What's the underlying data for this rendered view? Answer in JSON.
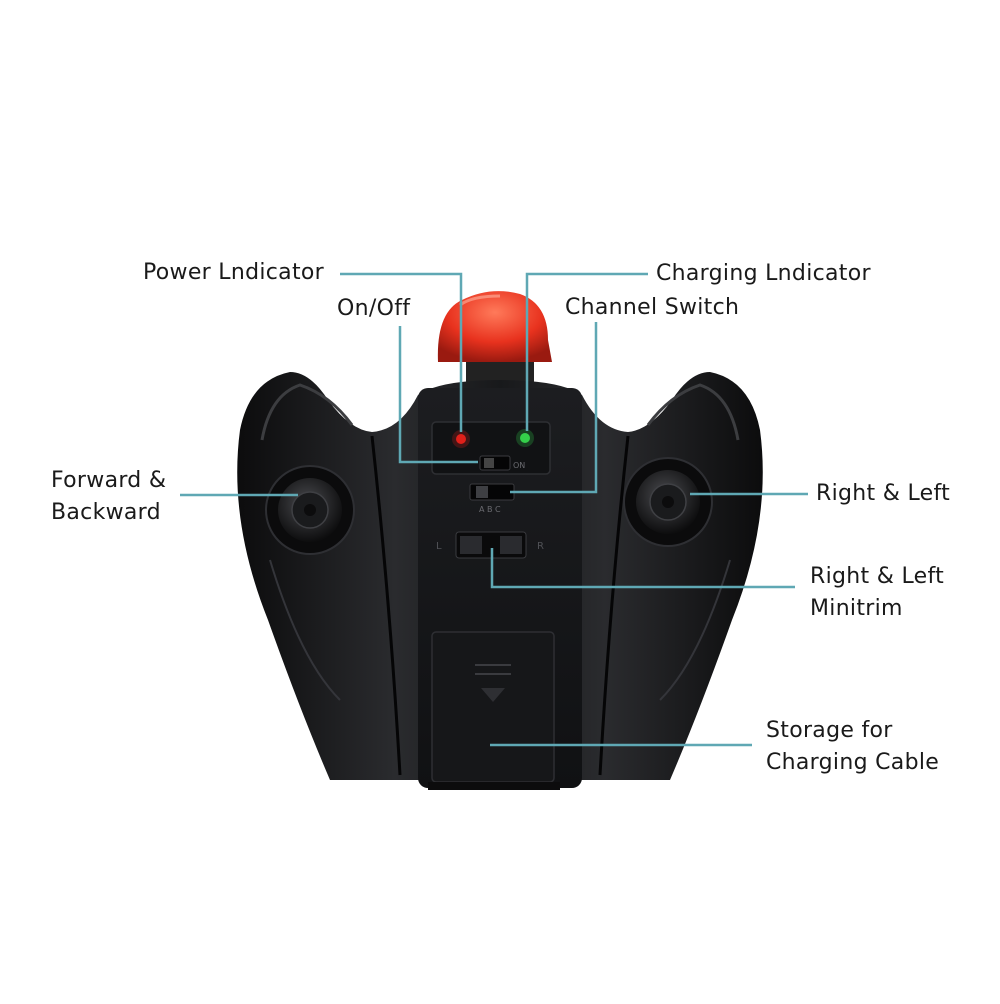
{
  "colors": {
    "callout_line": "#5fa8b4",
    "body": "#1d1e20",
    "antenna": "#e8321e",
    "power_led": "#e0201a",
    "charging_led": "#35d04a"
  },
  "labels": {
    "power_indicator": "Power Lndicator",
    "charging_indicator": "Charging Lndicator",
    "on_off": "On/Off",
    "channel_switch": "Channel Switch",
    "forward_backward": [
      "Forward &",
      "Backward"
    ],
    "right_left": "Right & Left",
    "right_left_minitrim": [
      "Right & Left",
      "Minitrim"
    ],
    "storage": [
      "Storage for",
      "Charging Cable"
    ]
  },
  "device_marks": {
    "on_text": "ON",
    "channel_letters": "A B C",
    "trim_left": "L",
    "trim_right": "R"
  }
}
